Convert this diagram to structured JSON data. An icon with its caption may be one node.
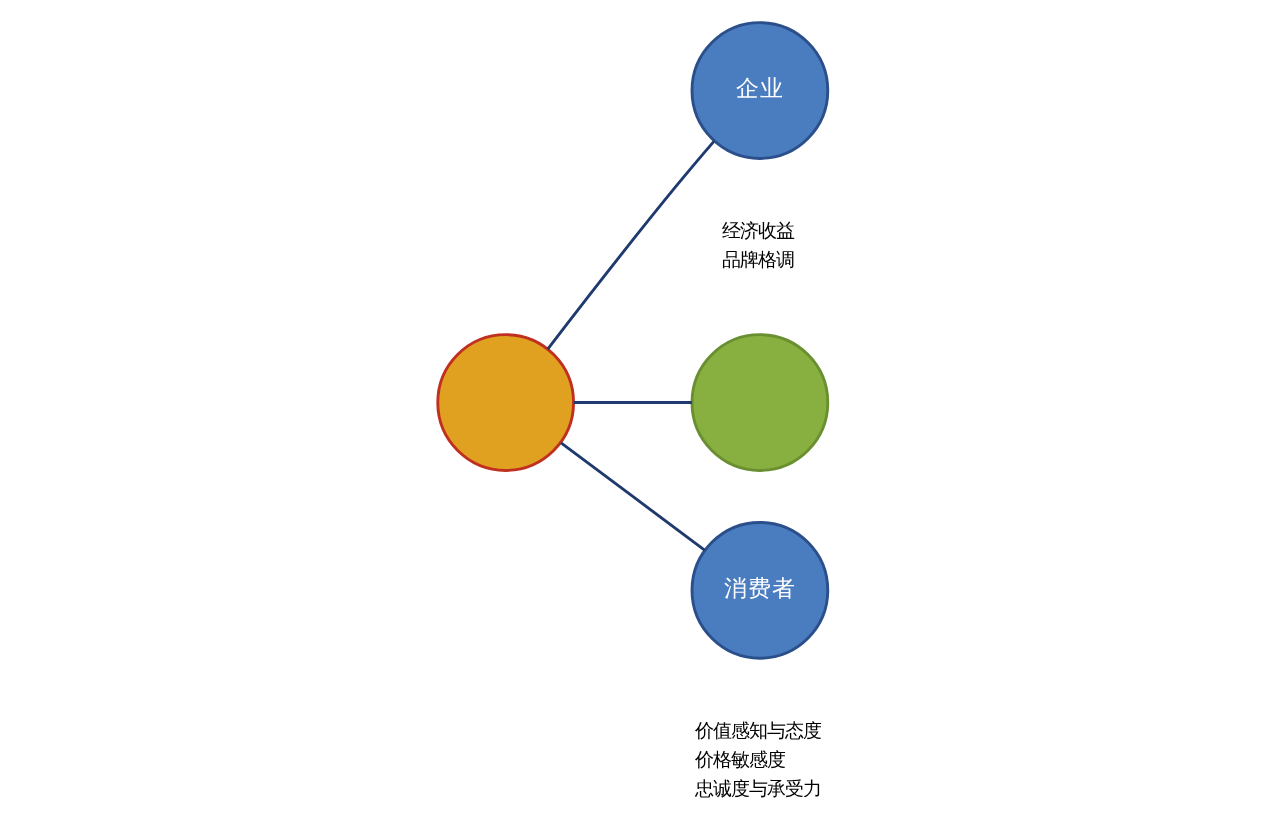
{
  "diagram": {
    "nodes": [
      {
        "text": [],
        "shape": "circle"
      },
      {
        "text": [
          "企业"
        ],
        "beside": [
          "经济收益",
          "品牌格调"
        ]
      },
      {
        "text": [],
        "shape": "circle"
      },
      {
        "text": [
          "消费者"
        ],
        "beside": [
          "价值感知与态度",
          "价格敏感度",
          "忠诚度与承受力"
        ]
      }
    ],
    "edges": [
      {
        "from": 0,
        "to": 1,
        "arrow": "none"
      },
      {
        "from": 0,
        "to": 2,
        "arrow": "none"
      },
      {
        "from": 0,
        "to": 3,
        "arrow": "none"
      }
    ]
  }
}
